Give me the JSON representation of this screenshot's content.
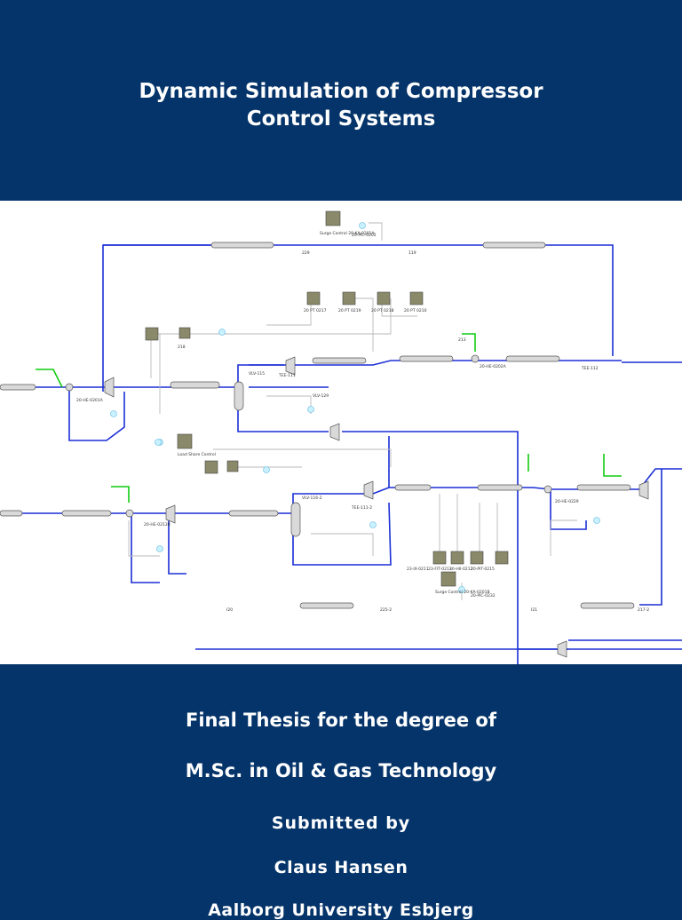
{
  "cover": {
    "title_line1": "Dynamic Simulation of Compressor",
    "title_line2": "Control Systems",
    "thesis_line": "Final Thesis for the degree of",
    "degree_line": "M.Sc. in Oil & Gas Technology",
    "submitted_label": "Submitted by",
    "author": "Claus Hansen",
    "institution_partial": "Aalborg University Esbjerg"
  },
  "diagram": {
    "labels": {
      "surge_ctrl_a": "Surge Control 20-KA-0201A",
      "surge_ctrl_b": "Surge Control 20-KA-0201B",
      "pic_a": "20-PIC-0202",
      "pic_b": "20-PIC-0232",
      "pt0217": "20 PT 0217",
      "pt0219": "20 PT 0219",
      "pt0218": "20 PT 0218",
      "pt0210": "20 PT 0210",
      "te1": "TEE-111",
      "te2": "TEE-112",
      "te3": "TEE-111-2",
      "vlv1": "VLV-115",
      "vlv2": "VLV-129",
      "vlv3": "VLV-116-2",
      "hx1": "20-HE-0201A",
      "hx2": "20-HE-0202A",
      "hx3": "20-HE-0229",
      "hx4": "20-HE-0213B",
      "ser1": "23-IX-0211",
      "ser2": "23-FIT-0213",
      "ser3": "20-HII-0212",
      "ser4": "20-PIT-0215",
      "load": "Load Share Control",
      "n229": "229",
      "n119": "119",
      "n213": "213",
      "n218": "218",
      "n120": "I20",
      "n121": "I21",
      "n225": "225-2",
      "n217": "217-2"
    }
  }
}
